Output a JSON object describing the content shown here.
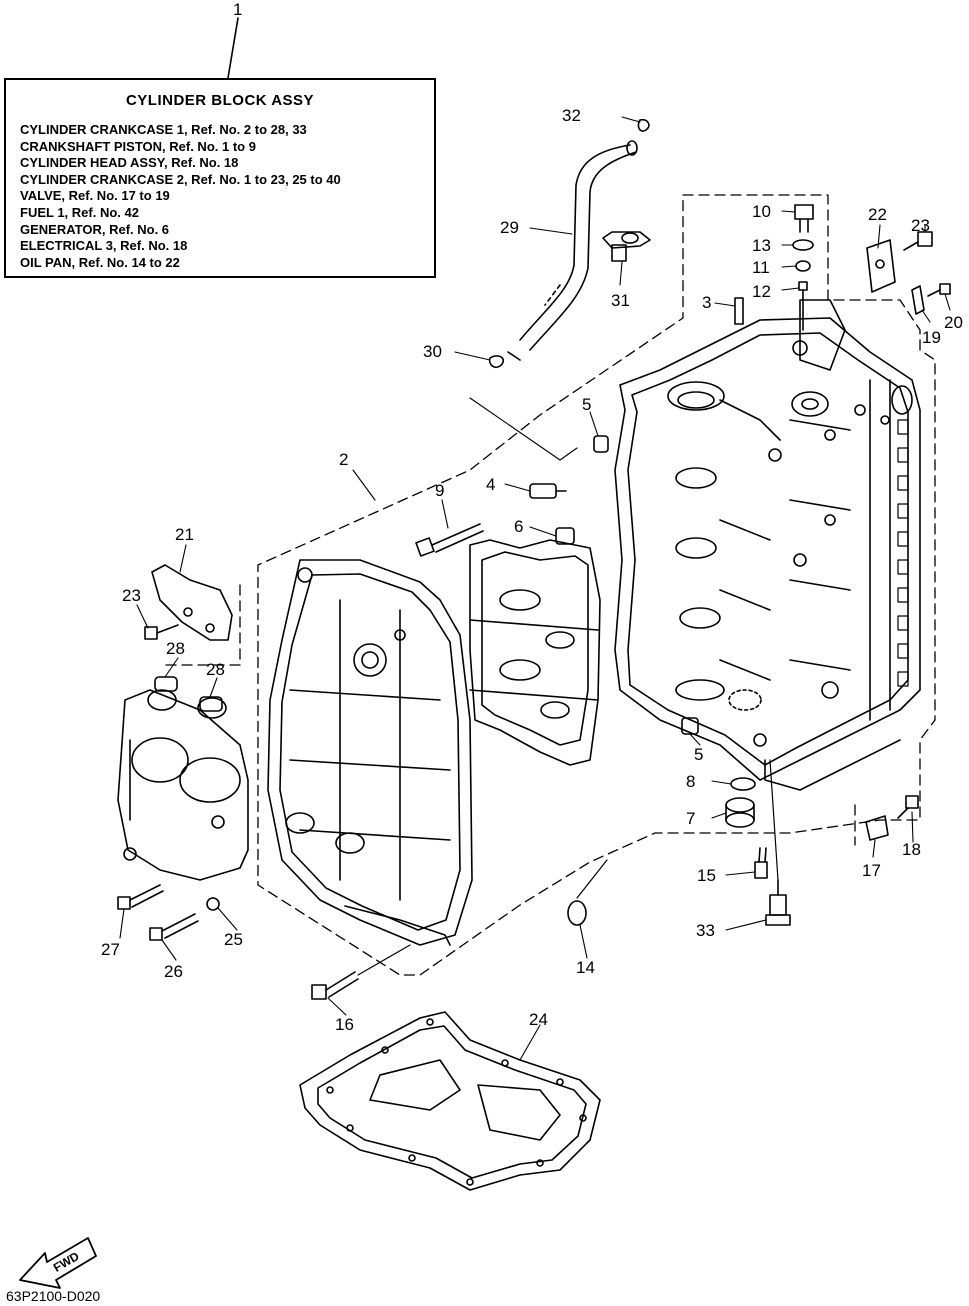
{
  "assembly_callout": "1",
  "legend": {
    "title": "CYLINDER BLOCK ASSY",
    "lines": [
      "CYLINDER CRANKCASE 1,  Ref. No. 2 to 28, 33",
      "CRANKSHAFT PISTON,  Ref. No. 1 to 9",
      "CYLINDER HEAD ASSY,  Ref. No. 18",
      "CYLINDER CRANKCASE 2,  Ref. No. 1 to 23, 25 to 40",
      "VALVE,  Ref. No. 17 to 19",
      "FUEL 1,  Ref. No. 42",
      "GENERATOR,  Ref. No. 6",
      "ELECTRICAL 3,  Ref. No. 18",
      "OIL PAN,  Ref. No. 14 to 22"
    ]
  },
  "callouts": [
    {
      "id": "c32",
      "label": "32"
    },
    {
      "id": "c29",
      "label": "29"
    },
    {
      "id": "c31",
      "label": "31"
    },
    {
      "id": "c30",
      "label": "30"
    },
    {
      "id": "c10",
      "label": "10"
    },
    {
      "id": "c13",
      "label": "13"
    },
    {
      "id": "c11",
      "label": "11"
    },
    {
      "id": "c12",
      "label": "12"
    },
    {
      "id": "c3",
      "label": "3"
    },
    {
      "id": "c22",
      "label": "22"
    },
    {
      "id": "c23a",
      "label": "23"
    },
    {
      "id": "c19",
      "label": "19"
    },
    {
      "id": "c20",
      "label": "20"
    },
    {
      "id": "c5a",
      "label": "5"
    },
    {
      "id": "c2",
      "label": "2"
    },
    {
      "id": "c4",
      "label": "4"
    },
    {
      "id": "c9",
      "label": "9"
    },
    {
      "id": "c6",
      "label": "6"
    },
    {
      "id": "c21",
      "label": "21"
    },
    {
      "id": "c23b",
      "label": "23"
    },
    {
      "id": "c28a",
      "label": "28"
    },
    {
      "id": "c28b",
      "label": "28"
    },
    {
      "id": "c5b",
      "label": "5"
    },
    {
      "id": "c8",
      "label": "8"
    },
    {
      "id": "c7",
      "label": "7"
    },
    {
      "id": "c18",
      "label": "18"
    },
    {
      "id": "c17",
      "label": "17"
    },
    {
      "id": "c15",
      "label": "15"
    },
    {
      "id": "c33",
      "label": "33"
    },
    {
      "id": "c14",
      "label": "14"
    },
    {
      "id": "c27",
      "label": "27"
    },
    {
      "id": "c25",
      "label": "25"
    },
    {
      "id": "c26",
      "label": "26"
    },
    {
      "id": "c16",
      "label": "16"
    },
    {
      "id": "c24",
      "label": "24"
    }
  ],
  "fwd_label": "FWD",
  "drawing_code": "63P2100-D020"
}
